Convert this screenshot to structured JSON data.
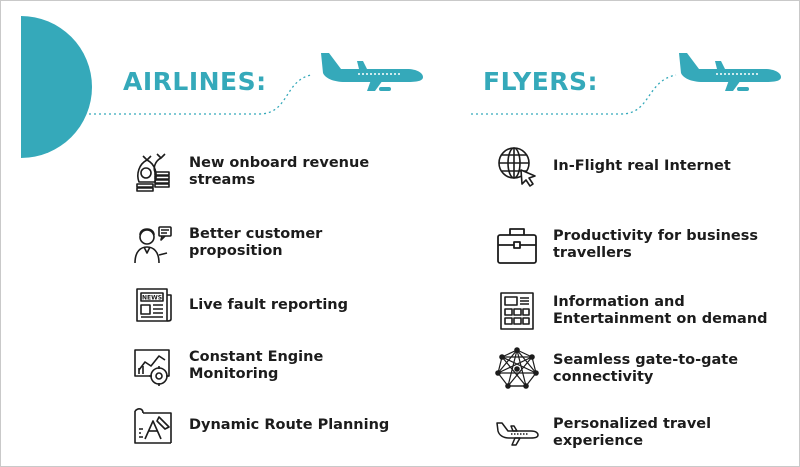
{
  "colors": {
    "accent": "#35a9ba",
    "text": "#1c1c1c",
    "icon": "#1c1c1c"
  },
  "airlines": {
    "heading": "AIRLINES:",
    "items": [
      {
        "icon": "money-bags-icon",
        "line1": "New onboard revenue",
        "line2": "streams"
      },
      {
        "icon": "customer-service-icon",
        "line1": "Better customer",
        "line2": "proposition"
      },
      {
        "icon": "newspaper-icon",
        "line1": "Live fault reporting",
        "line2": ""
      },
      {
        "icon": "engine-monitor-icon",
        "line1": "Constant Engine",
        "line2": "Monitoring"
      },
      {
        "icon": "route-planning-icon",
        "line1": "Dynamic Route Planning",
        "line2": ""
      }
    ]
  },
  "flyers": {
    "heading": "FLYERS:",
    "items": [
      {
        "icon": "globe-cursor-icon",
        "line1": "In-Flight real Internet",
        "line2": ""
      },
      {
        "icon": "briefcase-icon",
        "line1": "Productivity for business",
        "line2": "travellers"
      },
      {
        "icon": "news-grid-icon",
        "line1": "Information and",
        "line2": "Entertainment on demand"
      },
      {
        "icon": "network-icon",
        "line1": "Seamless gate-to-gate",
        "line2": "connectivity"
      },
      {
        "icon": "airplane-icon",
        "line1": "Personalized travel",
        "line2": "experience"
      }
    ]
  }
}
